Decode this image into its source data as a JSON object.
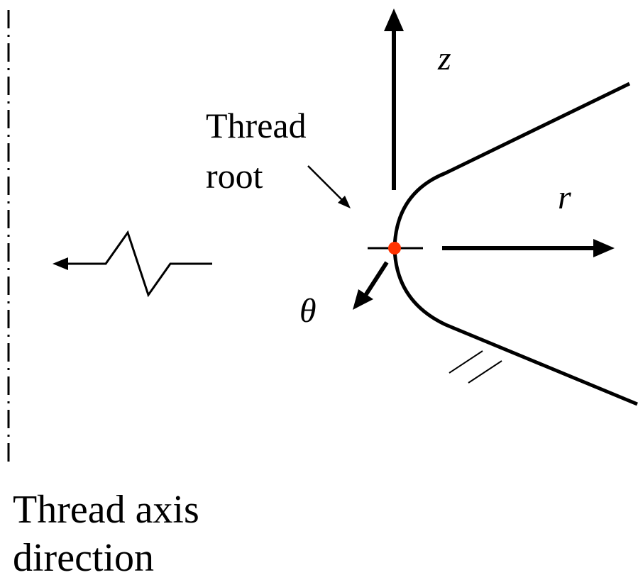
{
  "diagram": {
    "labels": {
      "z_axis": "z",
      "r_axis": "r",
      "theta_axis": "θ",
      "thread_root_line1": "Thread",
      "thread_root_line2": "root",
      "thread_axis_line1": "Thread axis",
      "thread_axis_line2": "direction"
    },
    "colors": {
      "stroke": "#000000",
      "root_point": "#ff3300",
      "background": "#ffffff"
    }
  }
}
